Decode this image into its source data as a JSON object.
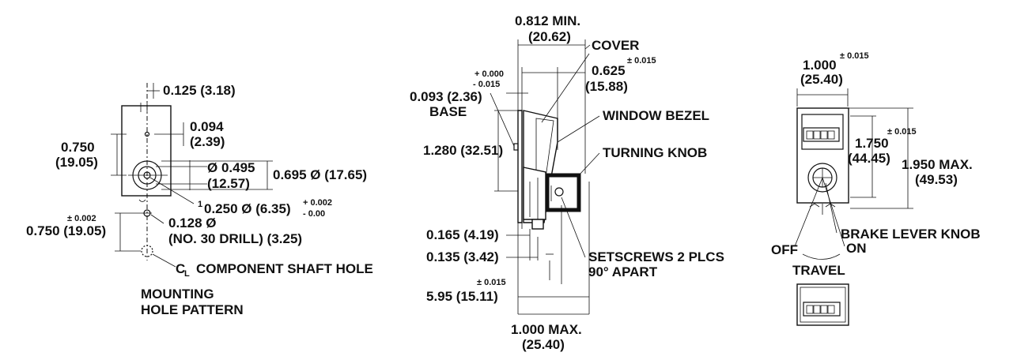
{
  "mounting": {
    "dim_0125": "0.125 (3.18)",
    "dim_0094": "0.094",
    "dim_0094_mm": "(2.39)",
    "dim_0750_a": "0.750",
    "dim_0750_a_mm": "(19.05)",
    "dim_0495": "Ø 0.495",
    "dim_0495_mm": "(12.57)",
    "dim_0695": "0.695 Ø (17.65)",
    "dim_0250_sup": "1",
    "dim_0250": "0.250 Ø (6.35)",
    "dim_0250_tol_plus": "+ 0.002",
    "dim_0250_tol_minus": "- 0.00",
    "dim_0128": "0.128 Ø",
    "dim_0128_drill": "(NO. 30 DRILL) (3.25)",
    "tol_0002": "± 0.002",
    "dim_0750_b": "0.750 (19.05)",
    "cl_symbol": "C",
    "cl_sub": "L",
    "shaft_hole_label": "COMPONENT SHAFT HOLE",
    "title_line1": "MOUNTING",
    "title_line2": "HOLE PATTERN"
  },
  "side": {
    "dim_0812": "0.812 MIN.",
    "dim_0812_mm": "(20.62)",
    "cover_label": "COVER",
    "tol_0015_a": "± 0.015",
    "dim_0625": "0.625",
    "dim_0625_mm": "(15.88)",
    "tol_plus_0000": "+ 0.000",
    "tol_minus_0015": "- 0.015",
    "dim_0093": "0.093 (2.36)",
    "base_label": "BASE",
    "window_bezel_label": "WINDOW BEZEL",
    "dim_1280": "1.280 (32.51)",
    "turning_knob_label": "TURNING KNOB",
    "dim_0165": "0.165 (4.19)",
    "dim_0135": "0.135 (3.42)",
    "setscrews_line1": "SETSCREWS 2 PLCS",
    "setscrews_line2": "90° APART",
    "tol_0015_b": "± 0.015",
    "dim_595": "5.95 (15.11)",
    "dim_1000max": "1.000 MAX.",
    "dim_1000max_mm": "(25.40)"
  },
  "front": {
    "dim_1000": "1.000",
    "tol_0015_c": "± 0.015",
    "dim_1000_mm": "(25.40)",
    "tol_0015_d": "± 0.015",
    "dim_1750": "1.750",
    "dim_1750_mm": "(44.45)",
    "dim_1950": "1.950 MAX.",
    "dim_1950_mm": "(49.53)",
    "brake_label": "BRAKE LEVER KNOB",
    "off_label": "OFF",
    "on_label": "ON",
    "travel_label": "TRAVEL"
  }
}
